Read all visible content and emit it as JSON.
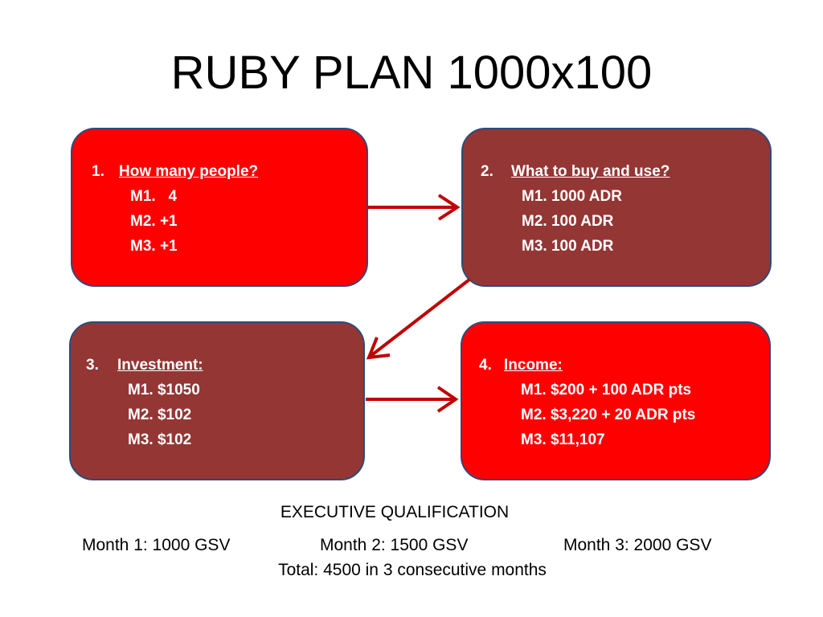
{
  "title": "RUBY PLAN 1000x100",
  "colors": {
    "red_box": "#ff0000",
    "brown_box": "#943634",
    "box_border": "#2f4a7a",
    "arrow": "#c00000"
  },
  "boxes": [
    {
      "number": "1.",
      "heading": "How many people?",
      "items": [
        "M1.   4",
        "M2. +1",
        "M3. +1"
      ]
    },
    {
      "number": "2.",
      "heading": "What to buy and use?",
      "items": [
        "M1. 1000 ADR",
        "M2. 100 ADR",
        "M3. 100 ADR"
      ]
    },
    {
      "number": "3.",
      "heading": "Investment:",
      "items": [
        "M1. $1050",
        "M2. $102",
        "M3. $102"
      ]
    },
    {
      "number": "4.",
      "heading": "Income:",
      "items": [
        "M1. $200 + 100 ADR pts",
        "M2. $3,220 + 20 ADR pts",
        "M3. $11,107"
      ]
    }
  ],
  "executive": {
    "title": "EXECUTIVE QUALIFICATION",
    "month1": "Month 1: 1000 GSV",
    "month2": "Month 2: 1500 GSV",
    "month3": "Month 3: 2000 GSV",
    "total": "Total:  4500 in 3 consecutive months"
  }
}
